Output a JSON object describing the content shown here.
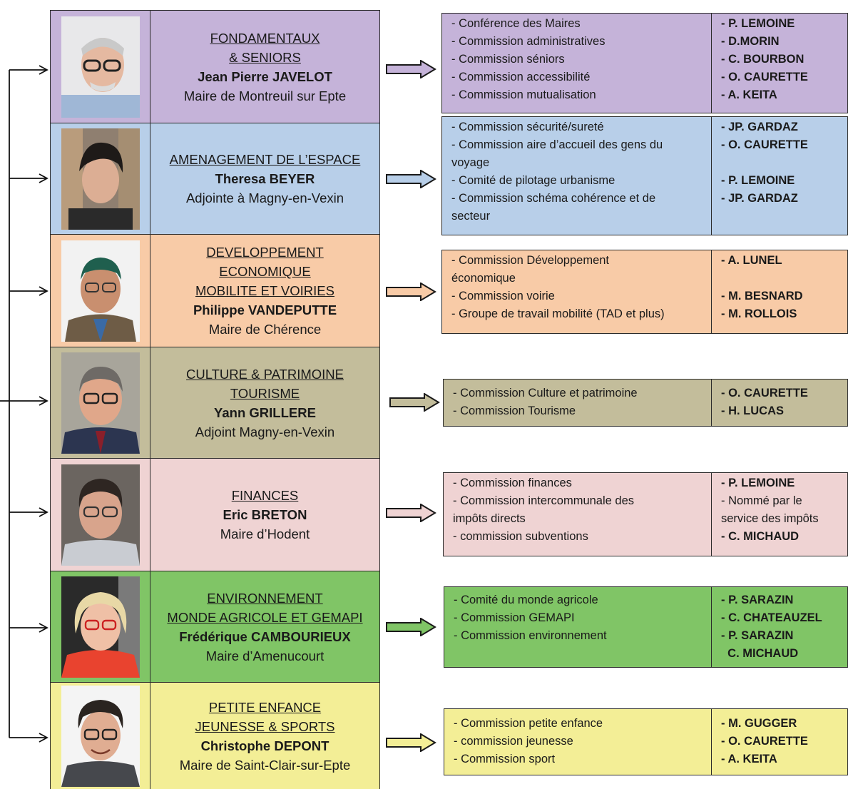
{
  "colors": {
    "purple": "#c5b3d9",
    "blue": "#b8cfe9",
    "orange": "#f8cba7",
    "olive": "#c3bd9b",
    "pink": "#efd3d3",
    "green": "#80c566",
    "yellow": "#f3ee96"
  },
  "rows": [
    {
      "titles": [
        "FONDAMENTAUX",
        "& SENIORS"
      ],
      "name": "Jean Pierre JAVELOT",
      "role": "Maire de Montreuil sur Epte",
      "commissions": [
        "- Conférence des Maires",
        "- Commission administratives",
        "- Commission séniors",
        "- Commission accessibilité",
        "- Commission mutualisation"
      ],
      "responsibles": [
        "- P. LEMOINE",
        "- D.MORIN",
        "- C. BOURBON",
        "- O. CAURETTE",
        "- A. KEITA"
      ]
    },
    {
      "titles": [
        "AMENAGEMENT DE L’ESPACE"
      ],
      "name": "Theresa BEYER",
      "role": "Adjointe à Magny-en-Vexin",
      "commissions": [
        "- Commission sécurité/sureté",
        "- Commission aire d’accueil des gens du",
        "voyage",
        "- Comité de pilotage urbanisme",
        "- Commission schéma cohérence et de",
        "secteur"
      ],
      "responsibles": [
        "- JP. GARDAZ",
        "- O. CAURETTE",
        "",
        "- P. LEMOINE",
        "- JP. GARDAZ"
      ]
    },
    {
      "titles": [
        "DEVELOPPEMENT",
        "ECONOMIQUE",
        "MOBILITE ET VOIRIES"
      ],
      "name": "Philippe VANDEPUTTE",
      "role": "Maire de Chérence",
      "commissions": [
        "- Commission Développement",
        "économique",
        "- Commission voirie",
        "- Groupe de travail mobilité (TAD et plus)"
      ],
      "responsibles": [
        "- A. LUNEL",
        "",
        "- M. BESNARD",
        "- M. ROLLOIS"
      ]
    },
    {
      "titles": [
        "CULTURE & PATRIMOINE",
        "TOURISME"
      ],
      "name": "Yann GRILLERE",
      "role": "Adjoint Magny-en-Vexin",
      "commissions": [
        "- Commission Culture et patrimoine",
        "- Commission Tourisme"
      ],
      "responsibles": [
        "- O. CAURETTE",
        "- H. LUCAS"
      ]
    },
    {
      "titles": [
        "FINANCES"
      ],
      "name": "Eric BRETON",
      "role": "Maire d’Hodent",
      "commissions": [
        "- Commission finances",
        "- Commission intercommunale des",
        "impôts directs",
        "- commission subventions"
      ],
      "responsibles": [
        "- P. LEMOINE",
        "- Nommé par  le",
        "service des impôts",
        "- C. MICHAUD"
      ]
    },
    {
      "titles": [
        "ENVIRONNEMENT",
        "MONDE AGRICOLE ET GEMAPI"
      ],
      "name": "Frédérique CAMBOURIEUX",
      "role": "Maire d’Amenucourt",
      "commissions": [
        "- Comité du monde agricole",
        "- Commission GEMAPI",
        "- Commission environnement"
      ],
      "responsibles": [
        "- P. SARAZIN",
        "- C. CHATEAUZEL",
        "- P. SARAZIN",
        "  C. MICHAUD"
      ]
    },
    {
      "titles": [
        "PETITE ENFANCE",
        "JEUNESSE & SPORTS"
      ],
      "name": "Christophe DEPONT",
      "role": "Maire de Saint-Clair-sur-Epte",
      "commissions": [
        "- Commission petite enfance",
        "- commission jeunesse",
        "- Commission sport"
      ],
      "responsibles": [
        "- M. GUGGER",
        "- O. CAURETTE",
        "- A. KEITA"
      ]
    }
  ]
}
